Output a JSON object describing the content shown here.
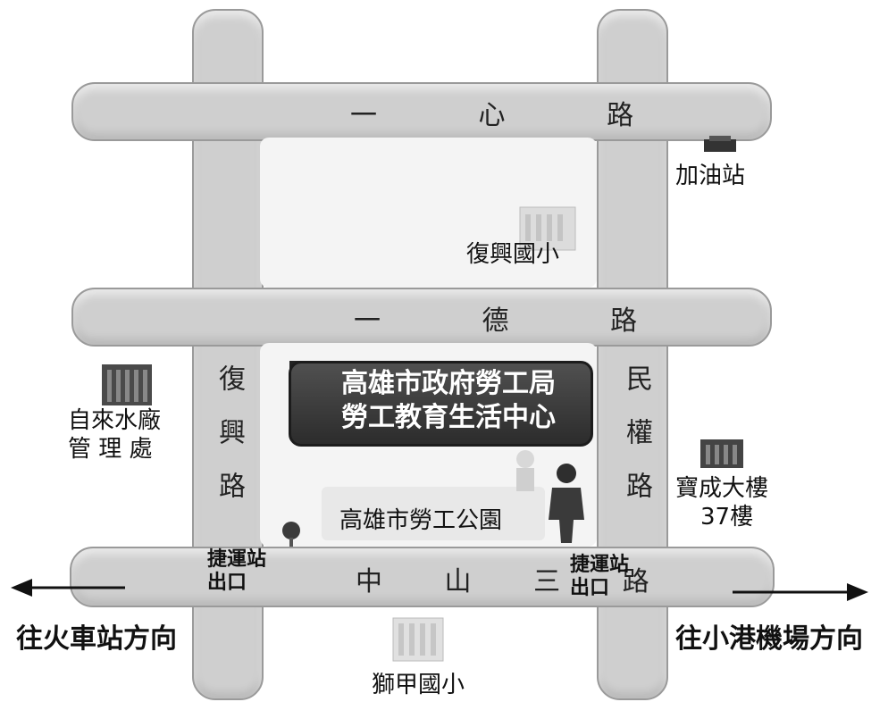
{
  "roads": {
    "yixin": "一 心 路",
    "yide": "一 德 路",
    "zhongshan3": "中 山 三 路",
    "fuxing": "復興路",
    "minquan": "民權路"
  },
  "pois": {
    "gas_station": "加油站",
    "fuxing_elem": "復興國小",
    "water_plant_line1": "自來水廠",
    "water_plant_line2": "管 理 處",
    "main_center_line1": "高雄市政府勞工局",
    "main_center_line2": "勞工教育生活中心",
    "labor_park": "高雄市勞工公園",
    "baocheng_line1": "寶成大樓",
    "baocheng_line2": "37樓",
    "mrt_exit_left_line1": "捷運站",
    "mrt_exit_left_line2": "出口",
    "mrt_exit_right_line1": "捷運站",
    "mrt_exit_right_line2": "出口",
    "shijia_elem": "獅甲國小"
  },
  "directions": {
    "left": "往火車站方向",
    "right": "往小港機場方向"
  }
}
